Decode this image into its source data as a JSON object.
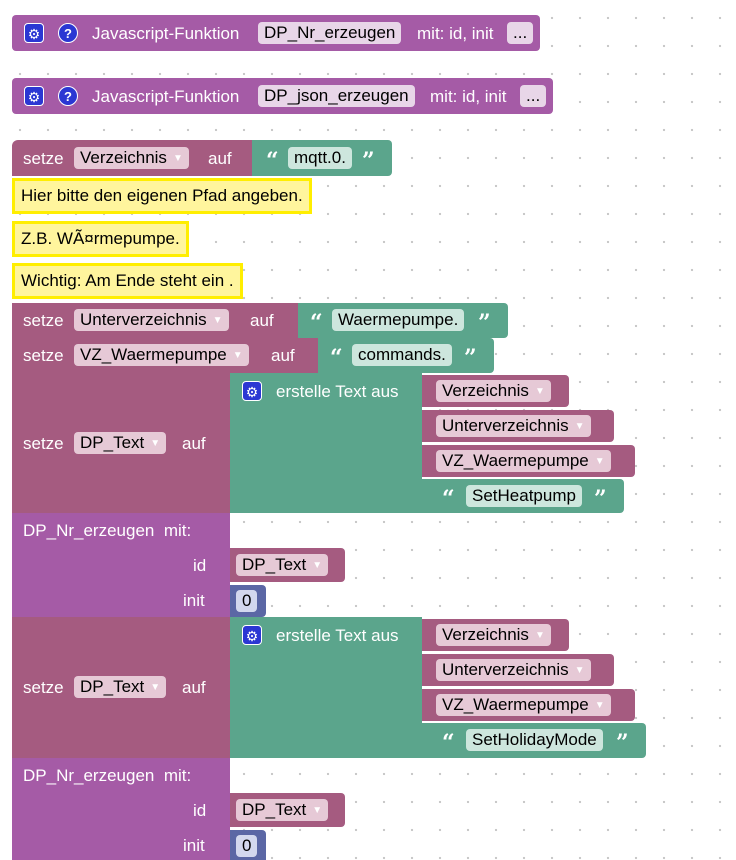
{
  "colors": {
    "function_block": "#a55ba6",
    "variable_block": "#a55b80",
    "text_block": "#5ba58c",
    "number_block": "#5b67a5",
    "comment_bg": "#fff59d",
    "comment_border": "#ffee00",
    "icon_blue": "#2b37d3"
  },
  "functions": [
    {
      "keyword": "Javascript-Funktion",
      "name": "DP_Nr_erzeugen",
      "params": "mit: id, init",
      "more": "..."
    },
    {
      "keyword": "Javascript-Funktion",
      "name": "DP_json_erzeugen",
      "params": "mit: id, init",
      "more": "..."
    }
  ],
  "set1": {
    "keyword": "setze",
    "variable": "Verzeichnis",
    "auf": "auf",
    "value": "mqtt.0."
  },
  "comments": [
    "Hier bitte den eigenen Pfad angeben.",
    "Z.B. WÃ¤rmepumpe.",
    "Wichtig: Am Ende steht ein ."
  ],
  "set2": {
    "keyword": "setze",
    "variable": "Unterverzeichnis",
    "auf": "auf",
    "value": "Waermepumpe."
  },
  "set3": {
    "keyword": "setze",
    "variable": "VZ_Waermepumpe",
    "auf": "auf",
    "value": "commands."
  },
  "set4": {
    "keyword": "setze",
    "variable": "DP_Text",
    "auf": "auf",
    "join_label": "erstelle Text aus",
    "items": [
      "Verzeichnis",
      "Unterverzeichnis",
      "VZ_Waermepumpe"
    ],
    "text": "SetHeatpump"
  },
  "call1": {
    "name": "DP_Nr_erzeugen",
    "mit": "mit:",
    "id_label": "id",
    "id_value": "DP_Text",
    "init_label": "init",
    "init_value": "0"
  },
  "set5": {
    "keyword": "setze",
    "variable": "DP_Text",
    "auf": "auf",
    "join_label": "erstelle Text aus",
    "items": [
      "Verzeichnis",
      "Unterverzeichnis",
      "VZ_Waermepumpe"
    ],
    "text": "SetHolidayMode"
  },
  "call2": {
    "name": "DP_Nr_erzeugen",
    "mit": "mit:",
    "id_label": "id",
    "id_value": "DP_Text",
    "init_label": "init",
    "init_value": "0"
  },
  "quote_open": "“",
  "quote_close": "”",
  "dropdown_arrow": "▼",
  "gear_glyph": "⚙",
  "help_glyph": "?"
}
